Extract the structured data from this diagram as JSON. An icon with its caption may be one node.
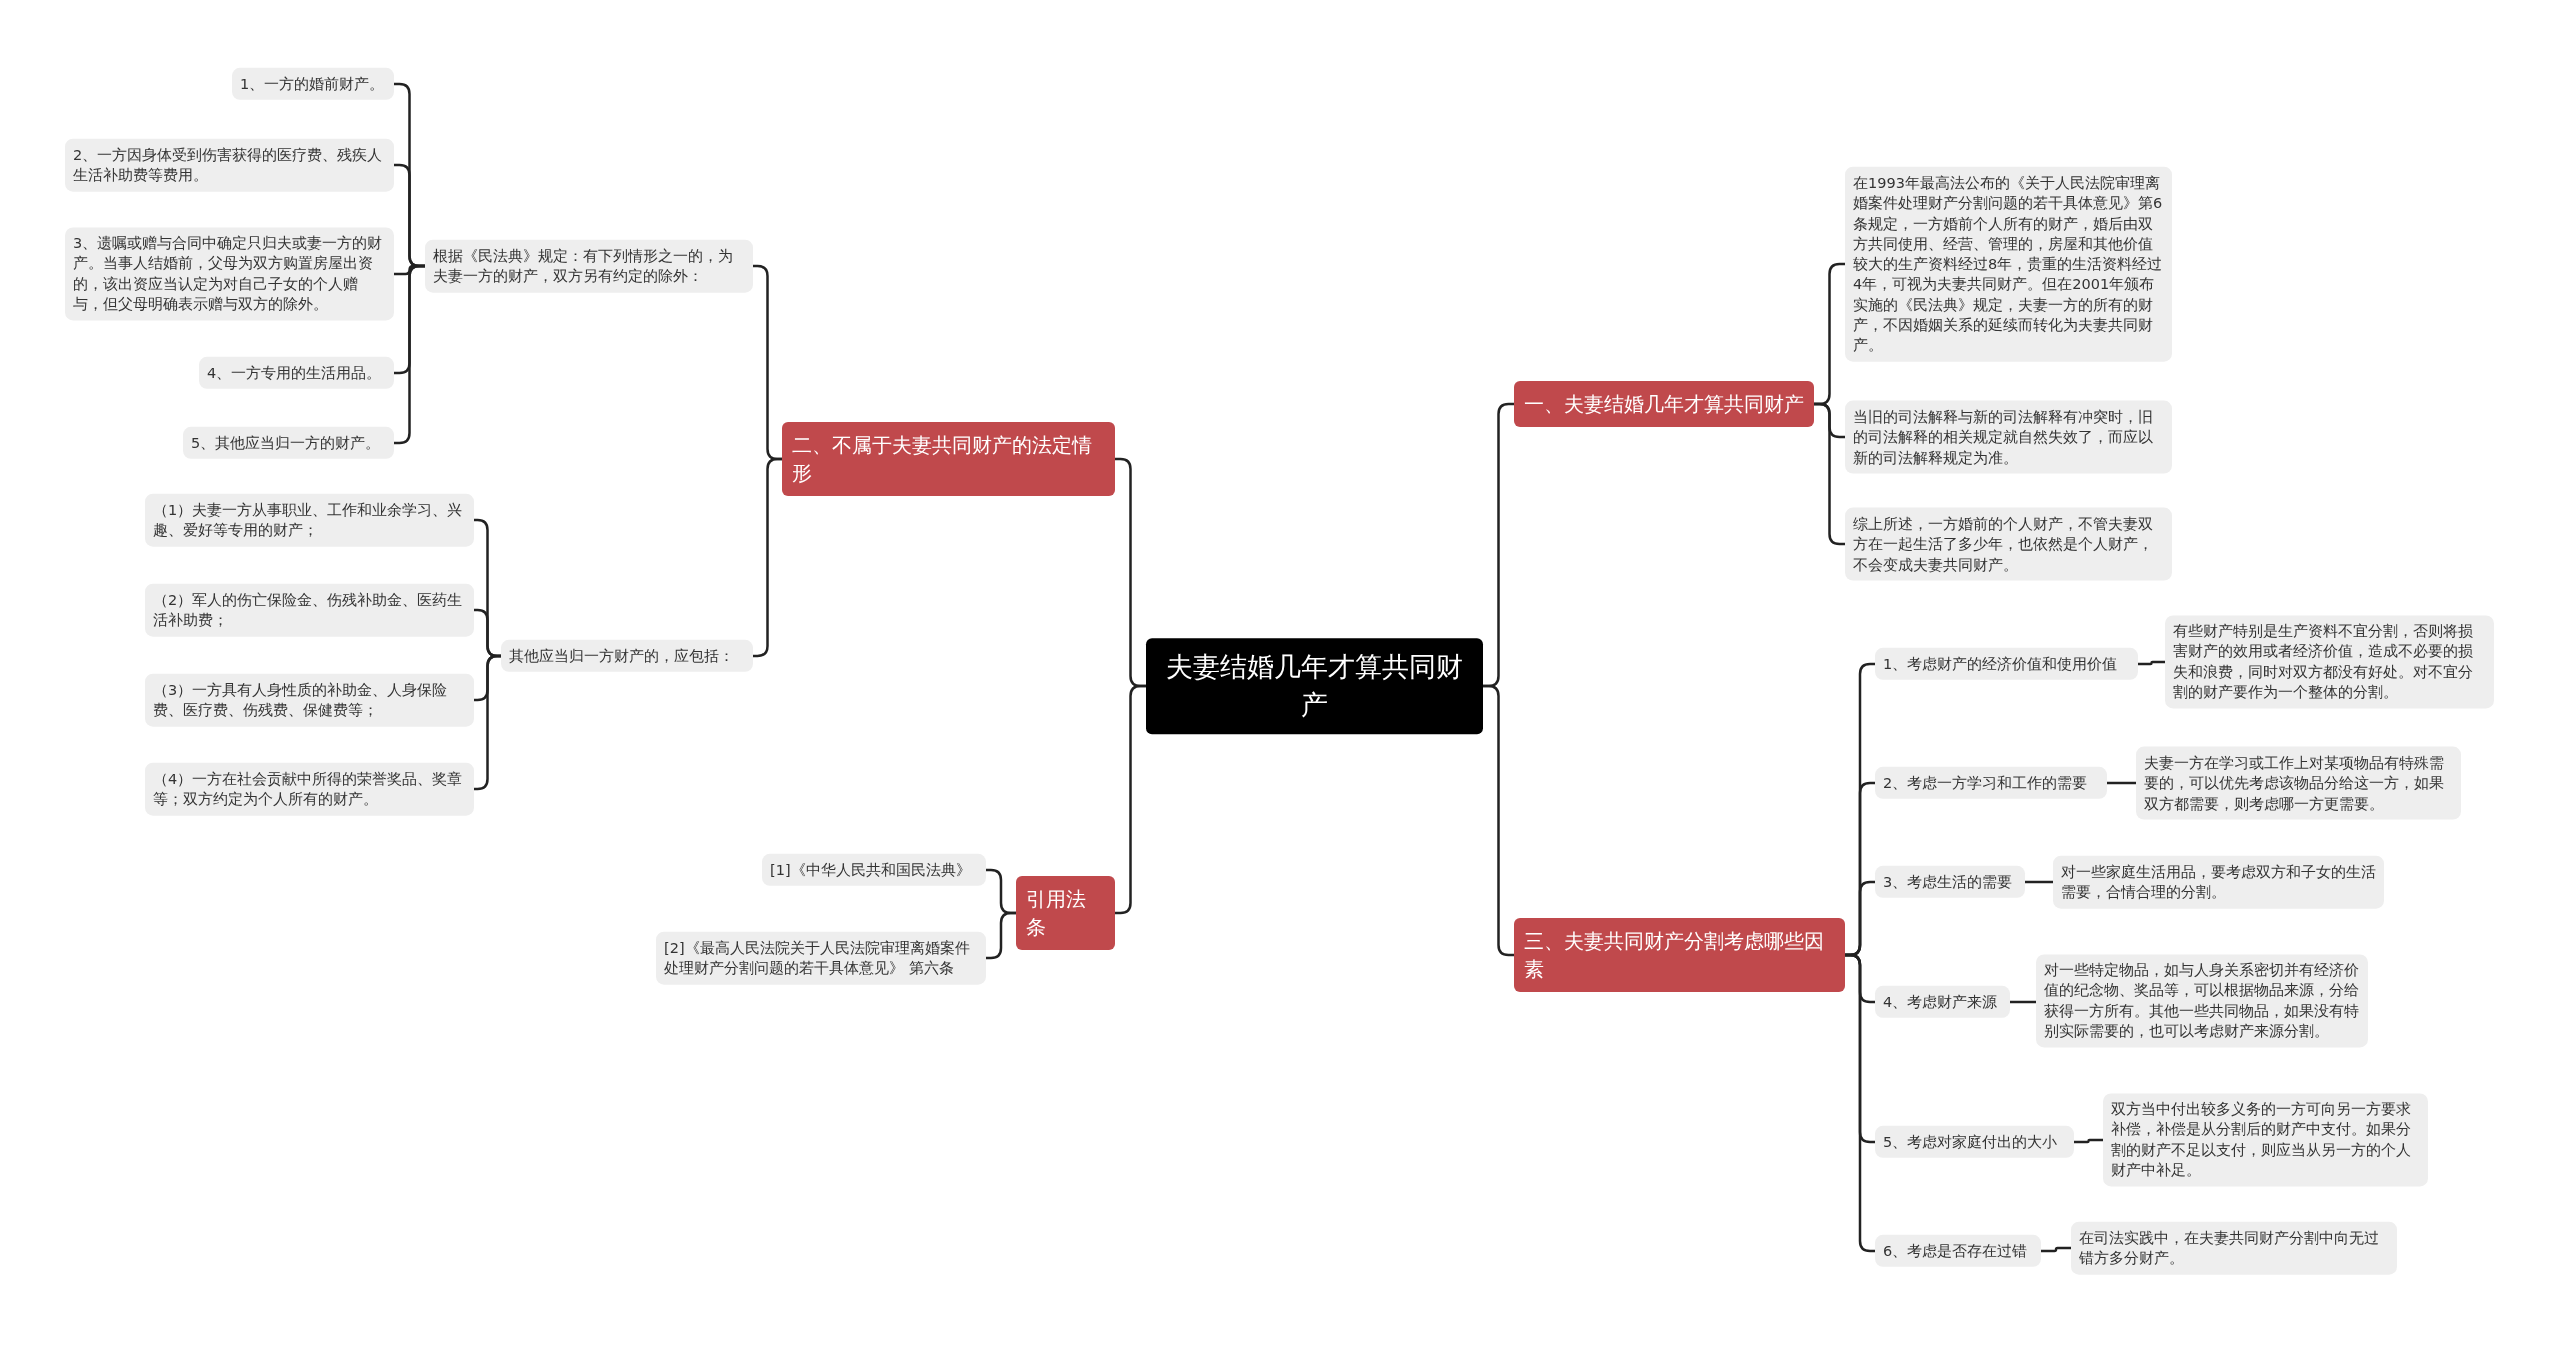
{
  "diagram": {
    "nodes": [
      {
        "text": [
          "夫妻结婚几年才算共同财产"
        ]
      },
      {
        "text": [
          "二、不属于夫妻共同财产的法定情形"
        ]
      },
      {
        "text": [
          "根据《民法典》规定：有下列情形之一的，为夫妻一方的财产，双方另有约定的除外："
        ]
      },
      {
        "text": [
          "1、一方的婚前财产。"
        ]
      },
      {
        "text": [
          "2、一方因身体受到伤害获得的医疗费、残疾人生活补助费等费用。"
        ]
      },
      {
        "text": [
          "3、遗嘱或赠与合同中确定只归夫或妻一方的财产。当事人结婚前，父母为双方购置房屋出资的，该出资应当认定为对自己子女的个人赠与，但父母明确表示赠与双方的除外。"
        ]
      },
      {
        "text": [
          "4、一方专用的生活用品。"
        ]
      },
      {
        "text": [
          "5、其他应当归一方的财产。"
        ]
      },
      {
        "text": [
          "其他应当归一方财产的，应包括："
        ]
      },
      {
        "text": [
          "（1）夫妻一方从事职业、工作和业余学习、兴趣、爱好等专用的财产；"
        ]
      },
      {
        "text": [
          "（2）军人的伤亡保险金、伤残补助金、医药生活补助费；"
        ]
      },
      {
        "text": [
          "（3）一方具有人身性质的补助金、人身保险费、医疗费、伤残费、保健费等；"
        ]
      },
      {
        "text": [
          "（4）一方在社会贡献中所得的荣誉奖品、奖章等；双方约定为个人所有的财产。"
        ]
      },
      {
        "text": [
          "引用法条"
        ]
      },
      {
        "text": [
          "[1]《中华人民共和国民法典》"
        ]
      },
      {
        "text": [
          "[2]《最高人民法院关于人民法院审理离婚案件处理财产分割问题的若干具体意见》 第六条"
        ]
      },
      {
        "text": [
          "一、夫妻结婚几年才算共同财产"
        ]
      },
      {
        "text": [
          "在1993年最高法公布的《关于人民法院审理离婚案件处理财产分割问题的若干具体意见》第6条规定，一方婚前个人所有的财产，婚后由双方共同使用、经营、管理的，房屋和其他价值较大的生产资料经过8年，贵重的生活资料经过4年，可视为夫妻共同财产。但在2001年颁布实施的《民法典》规定，夫妻一方的所有的财产，不因婚姻关系的延续而转化为夫妻共同财产。"
        ]
      },
      {
        "text": [
          "当旧的司法解释与新的司法解释有冲突时，旧的司法解释的相关规定就自然失效了，而应以新的司法解释规定为准。"
        ]
      },
      {
        "text": [
          "综上所述，一方婚前的个人财产，不管夫妻双方在一起生活了多少年，也依然是个人财产，不会变成夫妻共同财产。"
        ]
      },
      {
        "text": [
          "三、夫妻共同财产分割考虑哪些因素"
        ]
      },
      {
        "text": [
          "1、考虑财产的经济价值和使用价值"
        ]
      },
      {
        "text": [
          "有些财产特别是生产资料不宜分割，否则将损害财产的效用或者经济价值，造成不必要的损失和浪费，同时对双方都没有好处。对不宜分割的财产要作为一个整体的分割。"
        ]
      },
      {
        "text": [
          "2、考虑一方学习和工作的需要"
        ]
      },
      {
        "text": [
          "夫妻一方在学习或工作上对某项物品有特殊需要的，可以优先考虑该物品分给这一方，如果双方都需要，则考虑哪一方更需要。"
        ]
      },
      {
        "text": [
          "3、考虑生活的需要"
        ]
      },
      {
        "text": [
          "对一些家庭生活用品，要考虑双方和子女的生活需要，合情合理的分割。"
        ]
      },
      {
        "text": [
          "4、考虑财产来源"
        ]
      },
      {
        "text": [
          "对一些特定物品，如与人身关系密切并有经济价值的纪念物、奖品等，可以根据物品来源，分给获得一方所有。其他一些共同物品，如果没有特别实际需要的，也可以考虑财产来源分割。"
        ]
      },
      {
        "text": [
          "5、考虑对家庭付出的大小"
        ]
      },
      {
        "text": [
          "双方当中付出较多义务的一方可向另一方要求补偿，补偿是从分割后的财产中支付。如果分割的财产不足以支付，则应当从另一方的个人财产中补足。"
        ]
      },
      {
        "text": [
          "6、考虑是否存在过错"
        ]
      },
      {
        "text": [
          "在司法实践中，在夫妻共同财产分割中向无过错方多分财产。"
        ]
      }
    ],
    "edges": [
      {
        "from": 0,
        "to": 1,
        "arrow": "none"
      },
      {
        "from": 0,
        "to": 13,
        "arrow": "none"
      },
      {
        "from": 0,
        "to": 16,
        "arrow": "none"
      },
      {
        "from": 0,
        "to": 20,
        "arrow": "none"
      },
      {
        "from": 1,
        "to": 2,
        "arrow": "none"
      },
      {
        "from": 1,
        "to": 8,
        "arrow": "none"
      },
      {
        "from": 2,
        "to": 3,
        "arrow": "none"
      },
      {
        "from": 2,
        "to": 4,
        "arrow": "none"
      },
      {
        "from": 2,
        "to": 5,
        "arrow": "none"
      },
      {
        "from": 2,
        "to": 6,
        "arrow": "none"
      },
      {
        "from": 2,
        "to": 7,
        "arrow": "none"
      },
      {
        "from": 8,
        "to": 9,
        "arrow": "none"
      },
      {
        "from": 8,
        "to": 10,
        "arrow": "none"
      },
      {
        "from": 8,
        "to": 11,
        "arrow": "none"
      },
      {
        "from": 8,
        "to": 12,
        "arrow": "none"
      },
      {
        "from": 13,
        "to": 14,
        "arrow": "none"
      },
      {
        "from": 13,
        "to": 15,
        "arrow": "none"
      },
      {
        "from": 16,
        "to": 17,
        "arrow": "none"
      },
      {
        "from": 16,
        "to": 18,
        "arrow": "none"
      },
      {
        "from": 16,
        "to": 19,
        "arrow": "none"
      },
      {
        "from": 20,
        "to": 21,
        "arrow": "none"
      },
      {
        "from": 20,
        "to": 23,
        "arrow": "none"
      },
      {
        "from": 20,
        "to": 25,
        "arrow": "none"
      },
      {
        "from": 20,
        "to": 27,
        "arrow": "none"
      },
      {
        "from": 20,
        "to": 29,
        "arrow": "none"
      },
      {
        "from": 20,
        "to": 31,
        "arrow": "none"
      },
      {
        "from": 21,
        "to": 22,
        "arrow": "none"
      },
      {
        "from": 23,
        "to": 24,
        "arrow": "none"
      },
      {
        "from": 25,
        "to": 26,
        "arrow": "none"
      },
      {
        "from": 27,
        "to": 28,
        "arrow": "none"
      },
      {
        "from": 29,
        "to": 30,
        "arrow": "none"
      },
      {
        "from": 31,
        "to": 32,
        "arrow": "none"
      }
    ]
  }
}
